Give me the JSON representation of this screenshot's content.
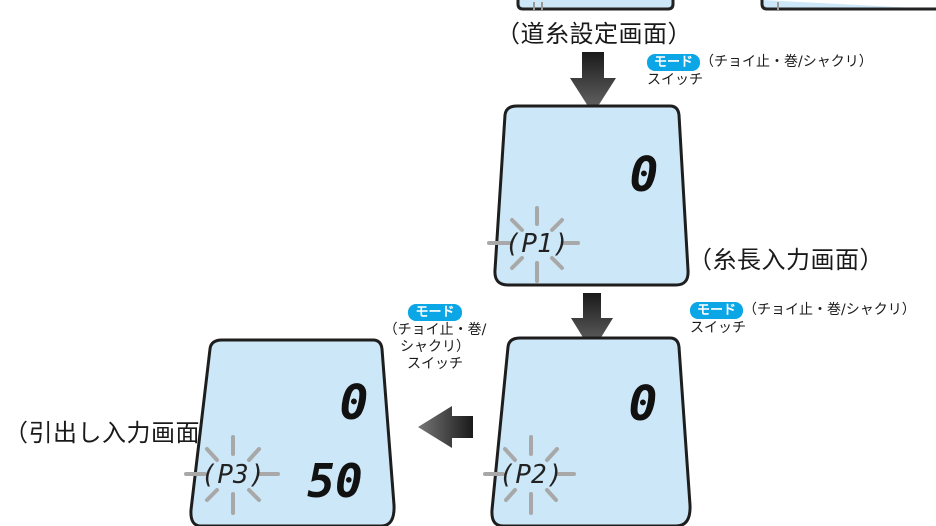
{
  "labels": {
    "line_setting": "（道糸設定画面）",
    "line_length": "（糸長入力画面）",
    "pull_out": "（引出し入力画面）"
  },
  "notes": {
    "note1": {
      "badge": "モード",
      "rest": "（チョイ止・巻/シャクリ）",
      "line2": "スイッチ"
    },
    "note2": {
      "badge": "モード",
      "rest": "（チョイ止・巻/シャクリ）",
      "line2": "スイッチ"
    },
    "note3": {
      "badge": "モード",
      "line1": "（チョイ止・巻/",
      "line2": "シャクリ）",
      "line3": "スイッチ"
    }
  },
  "lcd_p1": {
    "digit": "0",
    "param": "P1"
  },
  "lcd_p2": {
    "digit": "0",
    "param": "P2"
  },
  "lcd_p3": {
    "digit": "0",
    "value": "50",
    "param": "P3"
  },
  "colors": {
    "lcd_fill": "#cce7f7",
    "badge": "#0aa6e6",
    "arrow": "#333333"
  }
}
